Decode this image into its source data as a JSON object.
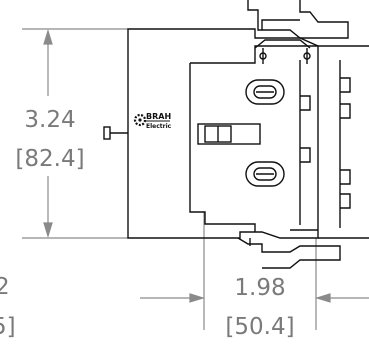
{
  "vertical_dimension": {
    "inches": "3.24",
    "millimeters": "[82.4]"
  },
  "horizontal_dimension": {
    "inches": "1.98",
    "millimeters": "[50.4]"
  },
  "partial_dimension": {
    "inches_fragment": "2",
    "millimeters_fragment": "5]"
  },
  "logo": {
    "brand": "BRAH",
    "subtitle": "Electric"
  },
  "colors": {
    "line": "#111111",
    "dimension": "#7a7a7a",
    "background": "#ffffff"
  }
}
